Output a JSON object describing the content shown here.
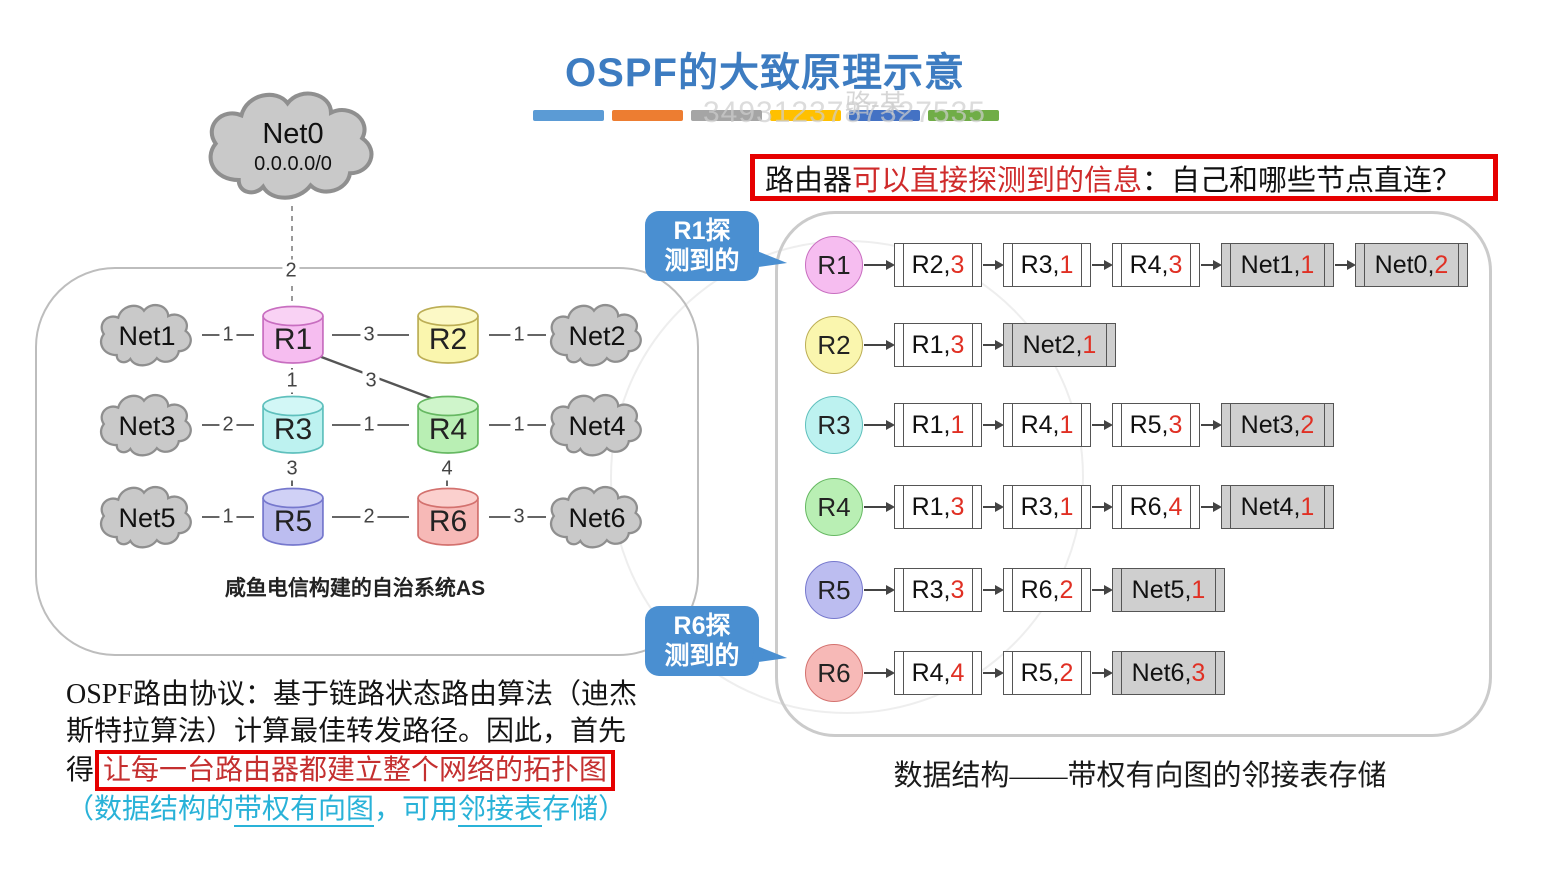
{
  "title": "OSPF的大致原理示意",
  "watermark": {
    "name": "骆-某",
    "number": "3493123787327535"
  },
  "divider_bars": [
    "#5b9bd5",
    "#ed7d31",
    "#a5a5a5",
    "#ffc000",
    "#4472c4",
    "#70ad47"
  ],
  "colors": {
    "title_blue": "#3d7cc1",
    "bubble_blue": "#4a8fd1",
    "highlight_red": "#e60000",
    "cost_red": "#e03024",
    "cyan_text": "#29b2d8",
    "net_box_gray": "#cfcfcf",
    "cloud_gray": "#c9c9c9"
  },
  "header_box": {
    "prefix": "路由器",
    "highlight": "可以直接探测到的信息",
    "suffix": "：自己和哪些节点直连？"
  },
  "bubbles": {
    "r1": {
      "line1": "R1探",
      "line2": "测到的"
    },
    "r6": {
      "line1": "R6探",
      "line2": "测到的"
    }
  },
  "topology": {
    "external_net": {
      "label": "Net0",
      "subnet": "0.0.0.0/0"
    },
    "as_caption": "咸鱼电信构建的自治系统AS",
    "nets": [
      {
        "label": "Net1"
      },
      {
        "label": "Net2"
      },
      {
        "label": "Net3"
      },
      {
        "label": "Net4"
      },
      {
        "label": "Net5"
      },
      {
        "label": "Net6"
      }
    ],
    "routers": [
      {
        "label": "R1",
        "fill": "#f6bdf0",
        "top_fill": "#f9d2f4",
        "stroke": "#c86ec0"
      },
      {
        "label": "R2",
        "fill": "#faf6ae",
        "top_fill": "#fcf9c6",
        "stroke": "#bcae55"
      },
      {
        "label": "R3",
        "fill": "#bdf2f0",
        "top_fill": "#d2f7f6",
        "stroke": "#5fc0bd"
      },
      {
        "label": "R4",
        "fill": "#b9efb4",
        "top_fill": "#cff5cb",
        "stroke": "#66b862"
      },
      {
        "label": "R5",
        "fill": "#bcbdf0",
        "top_fill": "#d0d1f6",
        "stroke": "#7678cd"
      },
      {
        "label": "R6",
        "fill": "#f7b9b7",
        "top_fill": "#fbd0ce",
        "stroke": "#d3716e"
      }
    ],
    "links": [
      {
        "from": "Net1",
        "to": "R1",
        "weight": "1"
      },
      {
        "from": "R1",
        "to": "R2",
        "weight": "3"
      },
      {
        "from": "R2",
        "to": "Net2",
        "weight": "1"
      },
      {
        "from": "R1",
        "to": "R3",
        "weight": "1"
      },
      {
        "from": "R1",
        "to": "R4",
        "weight": "3"
      },
      {
        "from": "Net3",
        "to": "R3",
        "weight": "2"
      },
      {
        "from": "R3",
        "to": "R4",
        "weight": "1"
      },
      {
        "from": "R4",
        "to": "Net4",
        "weight": "1"
      },
      {
        "from": "R3",
        "to": "R5",
        "weight": "3"
      },
      {
        "from": "R4",
        "to": "R6",
        "weight": "4"
      },
      {
        "from": "Net5",
        "to": "R5",
        "weight": "1"
      },
      {
        "from": "R5",
        "to": "R6",
        "weight": "2"
      },
      {
        "from": "R6",
        "to": "Net6",
        "weight": "3"
      },
      {
        "from": "Net0",
        "to": "R1",
        "weight": "2"
      }
    ]
  },
  "adjacency": {
    "caption": "数据结构——带权有向图的邻接表存储",
    "rows": [
      {
        "router": "R1",
        "color": "#f6bdf0",
        "border": "#c86ec0",
        "cells": [
          {
            "name": "R2, ",
            "cost": "3"
          },
          {
            "name": "R3, ",
            "cost": "1"
          },
          {
            "name": "R4, ",
            "cost": "3"
          },
          {
            "name": "Net1, ",
            "cost": "1"
          },
          {
            "name": "Net0, ",
            "cost": "2"
          }
        ]
      },
      {
        "router": "R2",
        "color": "#faf6ae",
        "border": "#bcae55",
        "cells": [
          {
            "name": "R1, ",
            "cost": "3"
          },
          {
            "name": "Net2, ",
            "cost": "1"
          }
        ]
      },
      {
        "router": "R3",
        "color": "#bdf2f0",
        "border": "#5fc0bd",
        "cells": [
          {
            "name": "R1, ",
            "cost": "1"
          },
          {
            "name": "R4, ",
            "cost": "1"
          },
          {
            "name": "R5, ",
            "cost": "3"
          },
          {
            "name": "Net3, ",
            "cost": "2"
          }
        ]
      },
      {
        "router": "R4",
        "color": "#b9efb4",
        "border": "#66b862",
        "cells": [
          {
            "name": "R1, ",
            "cost": "3"
          },
          {
            "name": "R3, ",
            "cost": "1"
          },
          {
            "name": "R6, ",
            "cost": "4"
          },
          {
            "name": "Net4, ",
            "cost": "1"
          }
        ]
      },
      {
        "router": "R5",
        "color": "#bcbdf0",
        "border": "#7678cd",
        "cells": [
          {
            "name": "R3, ",
            "cost": "3"
          },
          {
            "name": "R6, ",
            "cost": "2"
          },
          {
            "name": "Net5, ",
            "cost": "1"
          }
        ]
      },
      {
        "router": "R6",
        "color": "#f7b9b7",
        "border": "#d3716e",
        "cells": [
          {
            "name": "R4, ",
            "cost": "4"
          },
          {
            "name": "R5, ",
            "cost": "2"
          },
          {
            "name": "Net6, ",
            "cost": "3"
          }
        ]
      }
    ]
  },
  "paragraph": {
    "line1": "OSPF路由协议：基于链路状态路由算法（迪杰",
    "line2": "斯特拉算法）计算最佳转发路径。因此，首先",
    "line3_prefix": "得",
    "line3_boxed": "让每一台路由器都建立整个网络的拓扑图",
    "line4_open": "（数据结构的",
    "line4_underline1": "带权有向图",
    "line4_mid": "，可用",
    "line4_underline2": "邻接表",
    "line4_close": "存储）"
  }
}
